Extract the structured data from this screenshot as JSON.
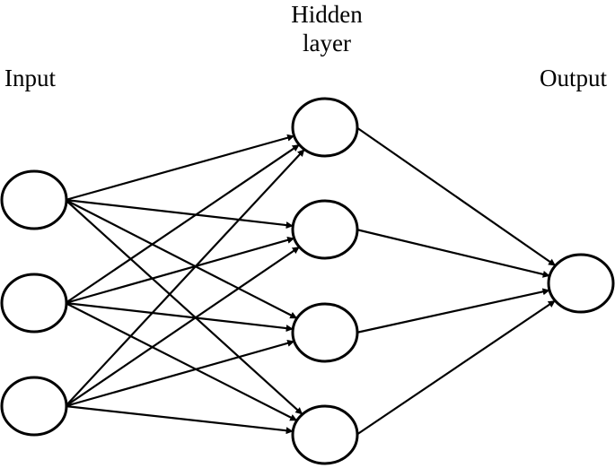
{
  "labels": {
    "input": "Input",
    "hidden_line1": "Hidden",
    "hidden_line2": "layer",
    "output": "Output"
  },
  "network": {
    "layers": [
      {
        "name": "input",
        "nodes": 3
      },
      {
        "name": "hidden",
        "nodes": 4
      },
      {
        "name": "output",
        "nodes": 1
      }
    ],
    "connections": "fully-connected",
    "node_shape": "ellipse",
    "stroke_color": "#000000"
  }
}
